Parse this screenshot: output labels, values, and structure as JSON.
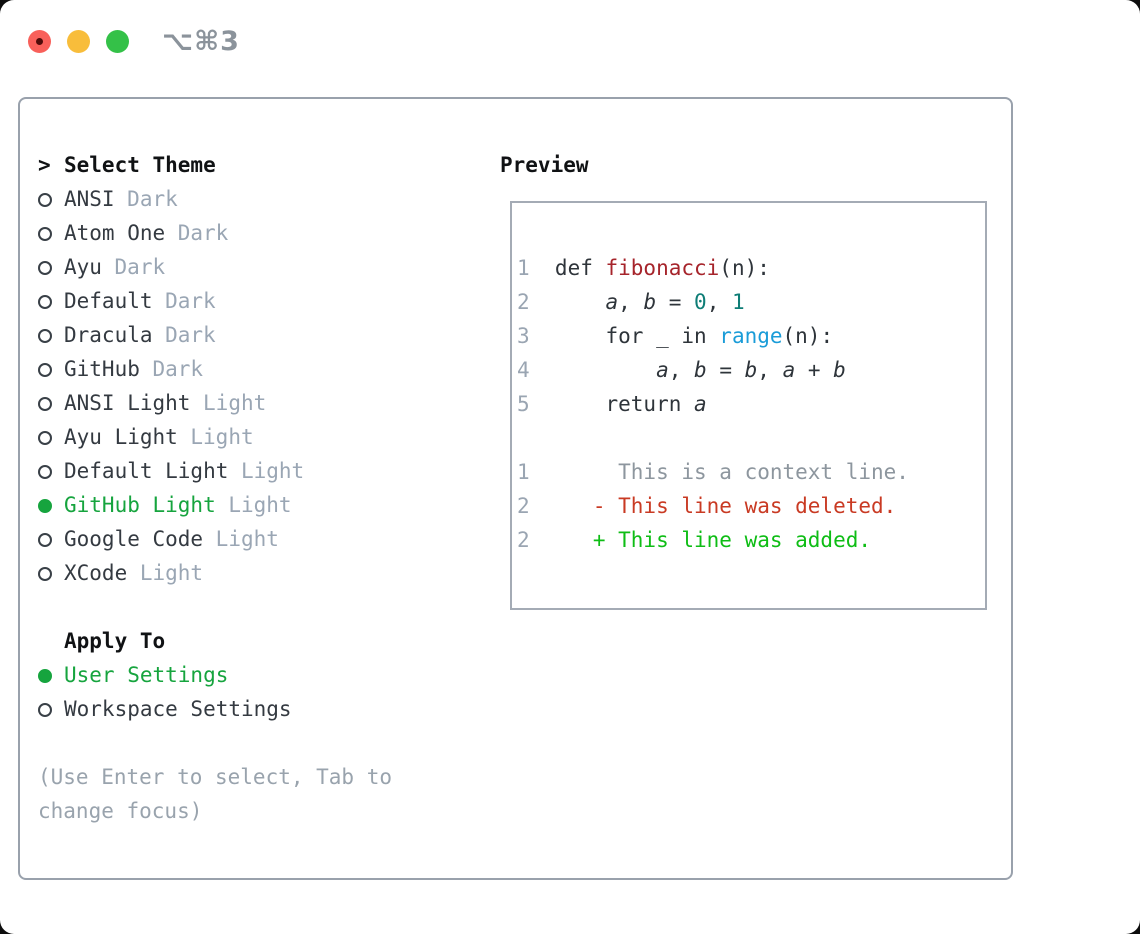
{
  "window": {
    "shortcut_label": "⌥⌘3"
  },
  "colors": {
    "accent_green": "#16a43e",
    "diff_added_green": "#0ebd15",
    "diff_deleted_red": "#c93a23",
    "function_red": "#a6242b",
    "number_teal": "#0e7d76",
    "builtin_blue": "#1a9cd8",
    "muted_gray": "#9aa6b4",
    "traffic_close": "#f8605a",
    "traffic_min": "#f8bd3b",
    "traffic_zoom": "#34c148"
  },
  "theme_picker": {
    "prompt": ">",
    "title": "Select Theme",
    "items": [
      {
        "name": "ANSI",
        "variant": "Dark",
        "selected": false
      },
      {
        "name": "Atom One",
        "variant": "Dark",
        "selected": false
      },
      {
        "name": "Ayu",
        "variant": "Dark",
        "selected": false
      },
      {
        "name": "Default",
        "variant": "Dark",
        "selected": false
      },
      {
        "name": "Dracula",
        "variant": "Dark",
        "selected": false
      },
      {
        "name": "GitHub",
        "variant": "Dark",
        "selected": false
      },
      {
        "name": "ANSI Light",
        "variant": "Light",
        "selected": false
      },
      {
        "name": "Ayu Light",
        "variant": "Light",
        "selected": false
      },
      {
        "name": "Default Light",
        "variant": "Light",
        "selected": false
      },
      {
        "name": "GitHub Light",
        "variant": "Light",
        "selected": true
      },
      {
        "name": "Google Code",
        "variant": "Light",
        "selected": false
      },
      {
        "name": "XCode",
        "variant": "Light",
        "selected": false
      }
    ]
  },
  "apply_to": {
    "title": "Apply To",
    "options": [
      {
        "label": "User Settings",
        "selected": true
      },
      {
        "label": "Workspace Settings",
        "selected": false
      }
    ]
  },
  "hint": {
    "line1": "(Use Enter to select, Tab to",
    "line2": "change focus)"
  },
  "preview": {
    "title": "Preview",
    "code": {
      "l1": {
        "num": "1",
        "kw": "def ",
        "fn": "fibonacci",
        "rest": "(n):"
      },
      "l2": {
        "num": "2",
        "pre": "    ",
        "a": "a",
        "s1": ", ",
        "b": "b",
        "s2": " = ",
        "n0": "0",
        "s3": ", ",
        "n1": "1"
      },
      "l3": {
        "num": "3",
        "pre": "    for _ in ",
        "fn": "range",
        "rest": "(n):"
      },
      "l4": {
        "num": "4",
        "pre": "        ",
        "a": "a",
        "s1": ", ",
        "b": "b",
        "s2": " = ",
        "b2": "b",
        "s3": ", ",
        "a2": "a",
        "s4": " + ",
        "b3": "b"
      },
      "l5": {
        "num": "5",
        "pre": "    return ",
        "a": "a"
      }
    },
    "diff": {
      "context": {
        "num": "1",
        "text": "     This is a context line."
      },
      "deleted": {
        "num": "2",
        "text": "   - This line was deleted."
      },
      "added": {
        "num": "2",
        "text": "   + This line was added."
      }
    }
  }
}
